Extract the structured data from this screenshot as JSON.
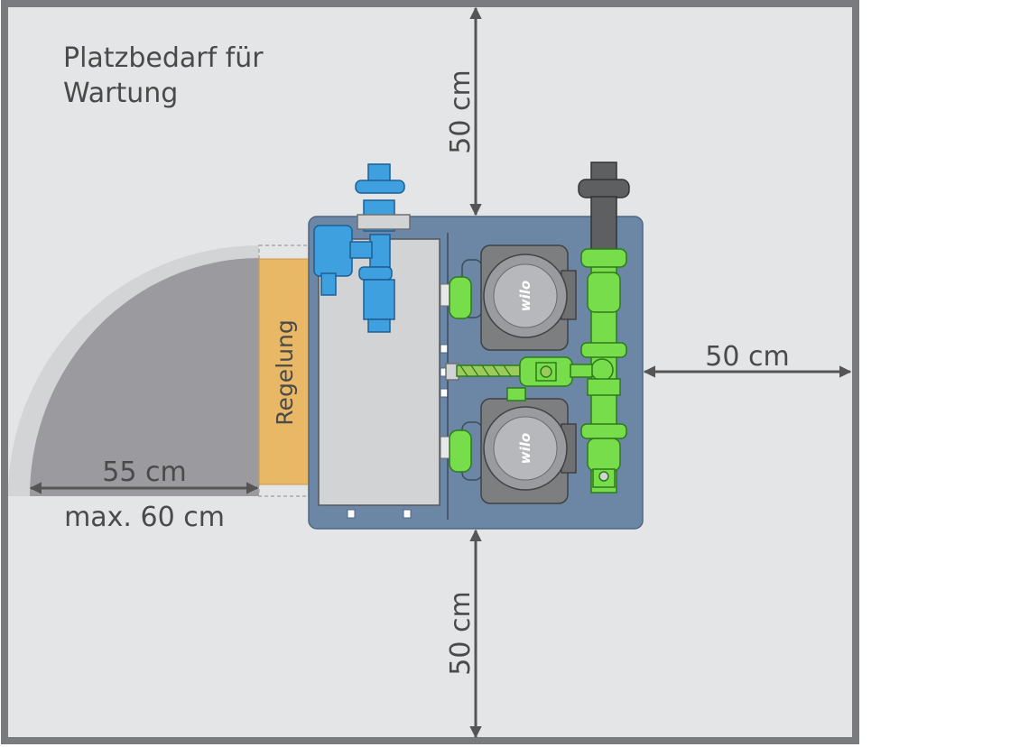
{
  "title": {
    "line1": "Platzbedarf für",
    "line2": "Wartung"
  },
  "dimensions": {
    "top": "50 cm",
    "bottom": "50 cm",
    "right": "50 cm",
    "left_door": "55 cm",
    "left_door_max": "max. 60 cm"
  },
  "labels": {
    "controller": "Regelung",
    "pump_brand_top": "wilo",
    "pump_brand_bottom": "wilo"
  },
  "colors": {
    "frame": "#7a7b7e",
    "room": "#e4e5e6",
    "door_swing_outer": "#d3d4d6",
    "door_swing_inner": "#9b9a9f",
    "controller": "#e9b867",
    "baseplate": "#6c87a6",
    "panel": "#d2d3d5",
    "pump": "#7d7e80",
    "blue_valve": "#3fa0e0",
    "green_pipe": "#78dd4a",
    "grey_pipe": "#5e5f61",
    "arrow": "#555555"
  }
}
